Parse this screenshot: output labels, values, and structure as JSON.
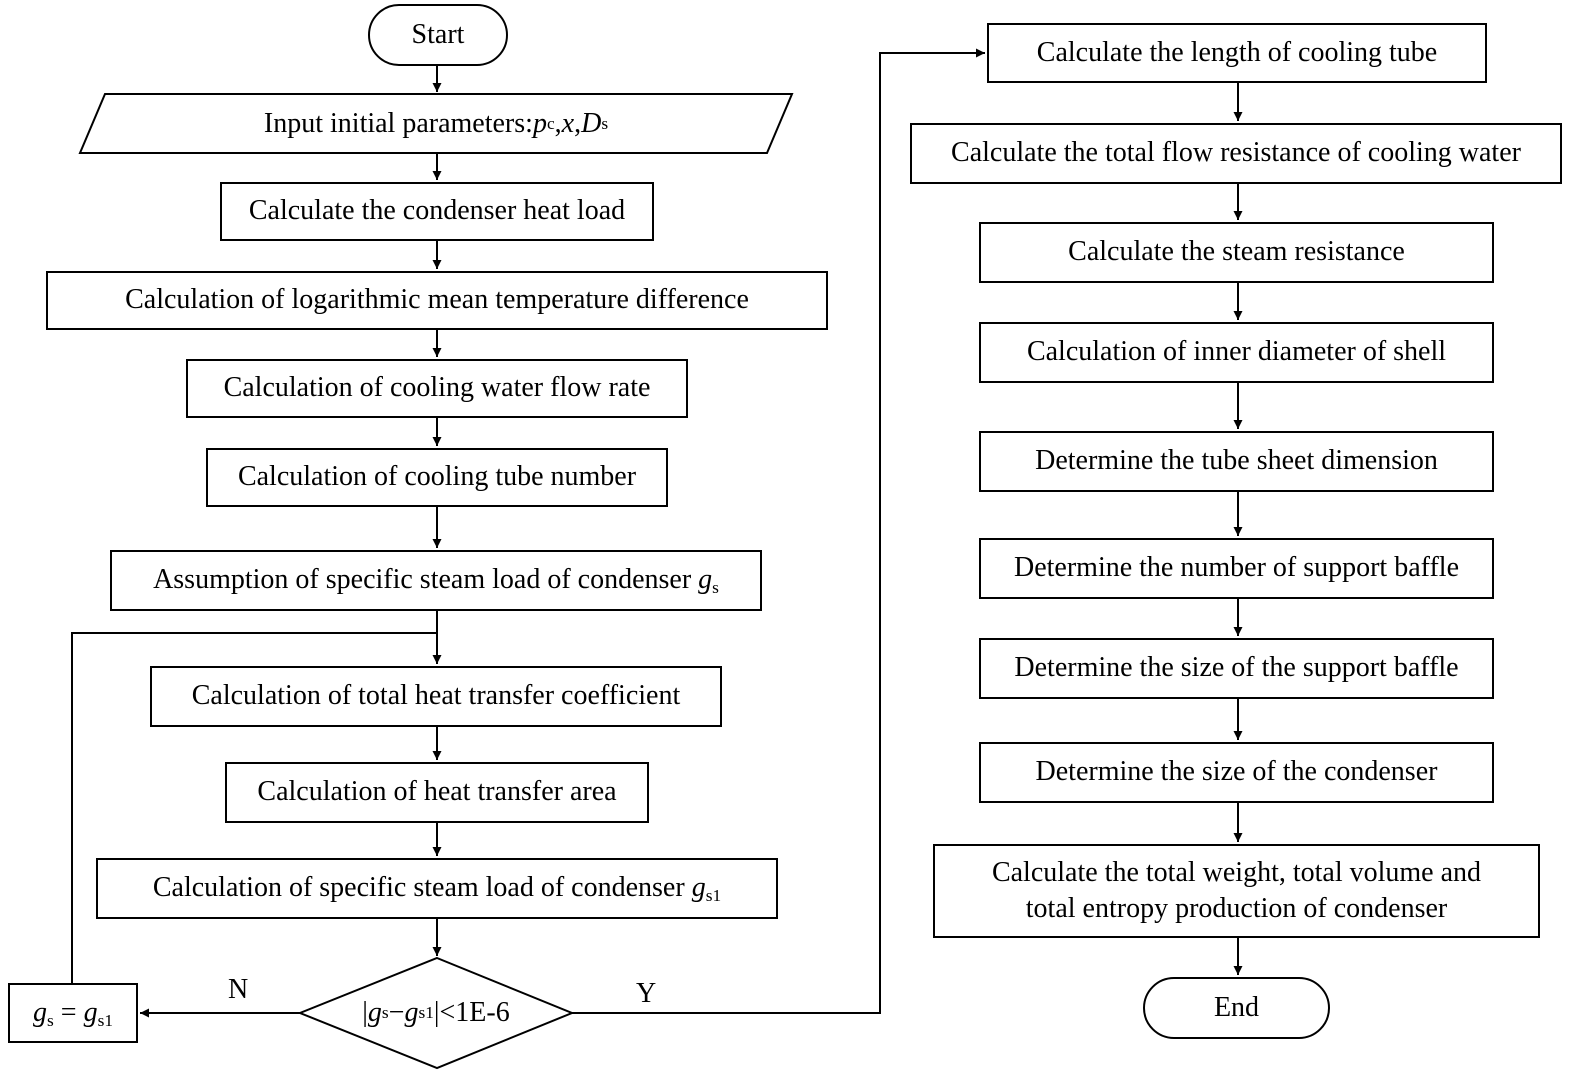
{
  "flowchart": {
    "start": "Start",
    "input_label": "Input initial parameters: ",
    "input_p": "p",
    "input_p_sub": "c",
    "input_sep1": ", ",
    "input_x": "x",
    "input_sep2": ", ",
    "input_D": "D",
    "input_D_sub": "s",
    "heat_load": "Calculate the condenser heat load",
    "lmtd": "Calculation of logarithmic mean temperature difference",
    "water_flow": "Calculation of cooling water flow rate",
    "tube_number": "Calculation of cooling tube number",
    "assume_gs_text": "Assumption of specific steam load of condenser ",
    "assume_gs_var": "g",
    "assume_gs_sub": "s",
    "htc": "Calculation of total heat transfer coefficient",
    "area": "Calculation of heat transfer area",
    "gs1_text": "Calculation of specific steam load of condenser ",
    "gs1_var": "g",
    "gs1_sub": "s1",
    "decision_left": "|",
    "decision_g1": "g",
    "decision_g1_sub": "s",
    "decision_minus": " − ",
    "decision_g2": "g",
    "decision_g2_sub": "s1",
    "decision_right": "|<1E-6",
    "update_g1": "g",
    "update_g1_sub": "s",
    "update_eq": " = ",
    "update_g2": "g",
    "update_g2_sub": "s1",
    "label_no": "N",
    "label_yes": "Y",
    "tube_length": "Calculate the length of cooling tube",
    "flow_resistance": "Calculate the total flow resistance of cooling water",
    "steam_resistance": "Calculate the steam resistance",
    "shell_diameter": "Calculation of inner diameter of shell",
    "tube_sheet": "Determine the tube sheet dimension",
    "baffle_number": "Determine the number of support baffle",
    "baffle_size": "Determine the size of the support baffle",
    "condenser_size": "Determine the size of the condenser",
    "totals_line1": "Calculate the total weight, total volume and",
    "totals_line2": "total entropy production of condenser",
    "end": "End"
  }
}
